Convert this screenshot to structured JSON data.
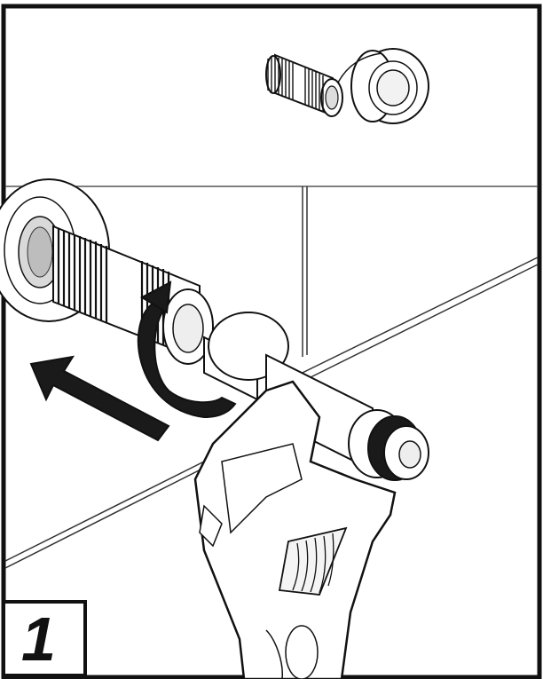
{
  "step": {
    "number": "1"
  },
  "colors": {
    "stroke": "#111111",
    "fill": "#ffffff",
    "wall_line": "#333333",
    "thread_shade": "#cfcfcf",
    "arrow": "#1a1a1a"
  },
  "icons": {
    "parts_preview": "threaded-nipple-with-wall-flange",
    "direction": "push-arrow-left",
    "rotation": "rotate-arrow",
    "tool": "adjustable-wrench"
  }
}
